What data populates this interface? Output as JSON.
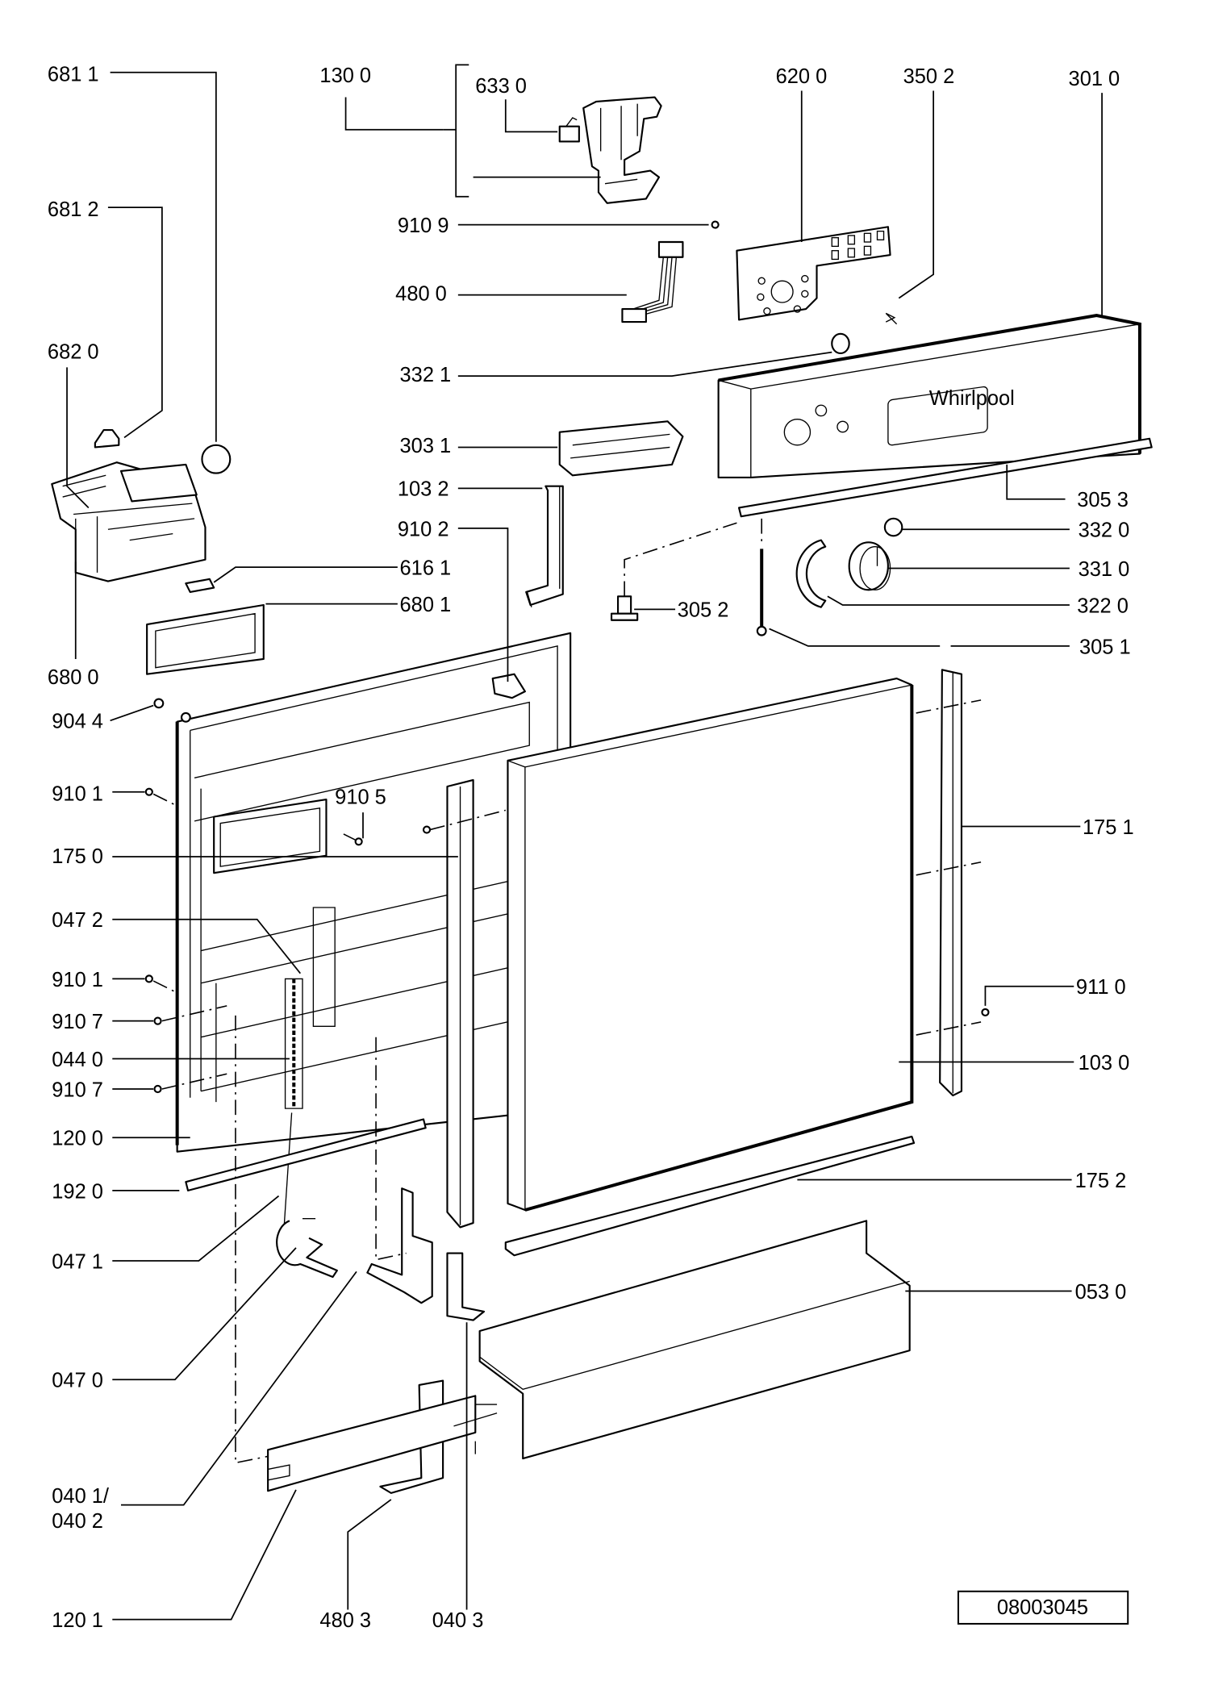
{
  "diagram": {
    "title": "Dishwasher door exploded parts diagram",
    "reference_number": "08003045",
    "labels": {
      "p681_1": "681 1",
      "p681_2": "681 2",
      "p682_0": "682 0",
      "p680_0": "680 0",
      "p130_0": "130 0",
      "p633_0": "633 0",
      "p620_0": "620 0",
      "p350_2": "350 2",
      "p301_0": "301 0",
      "p910_9": "910 9",
      "p480_0": "480 0",
      "p332_1": "332 1",
      "p303_1": "303 1",
      "p103_2": "103 2",
      "p910_2": "910 2",
      "p616_1": "616 1",
      "p680_1": "680 1",
      "p305_3": "305 3",
      "p332_0": "332 0",
      "p331_0": "331 0",
      "p322_0": "322 0",
      "p305_2": "305 2",
      "p305_1": "305 1",
      "p904_4": "904 4",
      "p910_1a": "910 1",
      "p910_5": "910 5",
      "p175_0": "175 0",
      "p047_2": "047 2",
      "p910_1b": "910 1",
      "p910_7a": "910 7",
      "p044_0": "044 0",
      "p910_7b": "910 7",
      "p120_0": "120 0",
      "p192_0": "192 0",
      "p047_1": "047 1",
      "p047_0": "047 0",
      "p040_1": "040 1/",
      "p040_2": "040 2",
      "p120_1": "120 1",
      "p480_3": "480 3",
      "p040_3": "040 3",
      "p175_1": "175 1",
      "p911_0": "911 0",
      "p103_0": "103 0",
      "p175_2": "175 2",
      "p053_0": "053 0"
    }
  }
}
